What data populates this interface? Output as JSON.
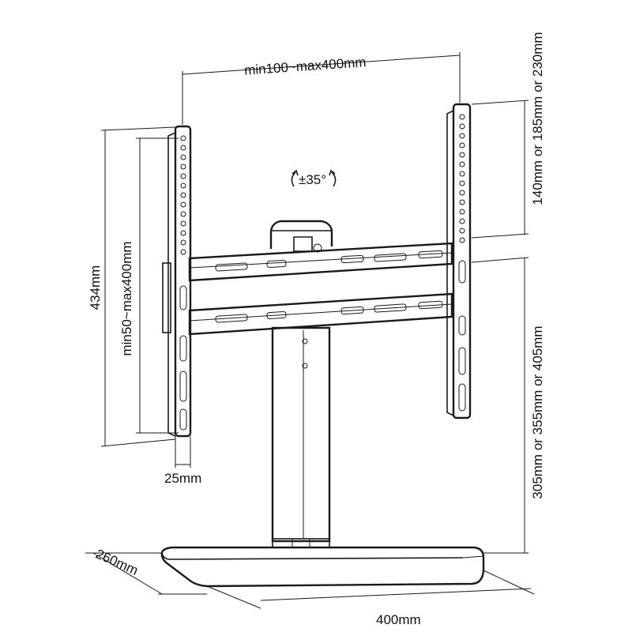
{
  "diagram": {
    "labels": {
      "vesa_width": "min100~max400mm",
      "rotation": "±35°",
      "vesa_height": "min50~max400mm",
      "overall_height": "434mm",
      "upright_offset": "25mm",
      "height_adjust_upper": "140mm or 185mm or 230mm",
      "height_adjust_lower": "305mm or 355mm or 405mm",
      "base_depth": "260mm",
      "base_width": "400mm"
    },
    "colors": {
      "line": "#1a1a1a",
      "background": "#ffffff"
    }
  }
}
